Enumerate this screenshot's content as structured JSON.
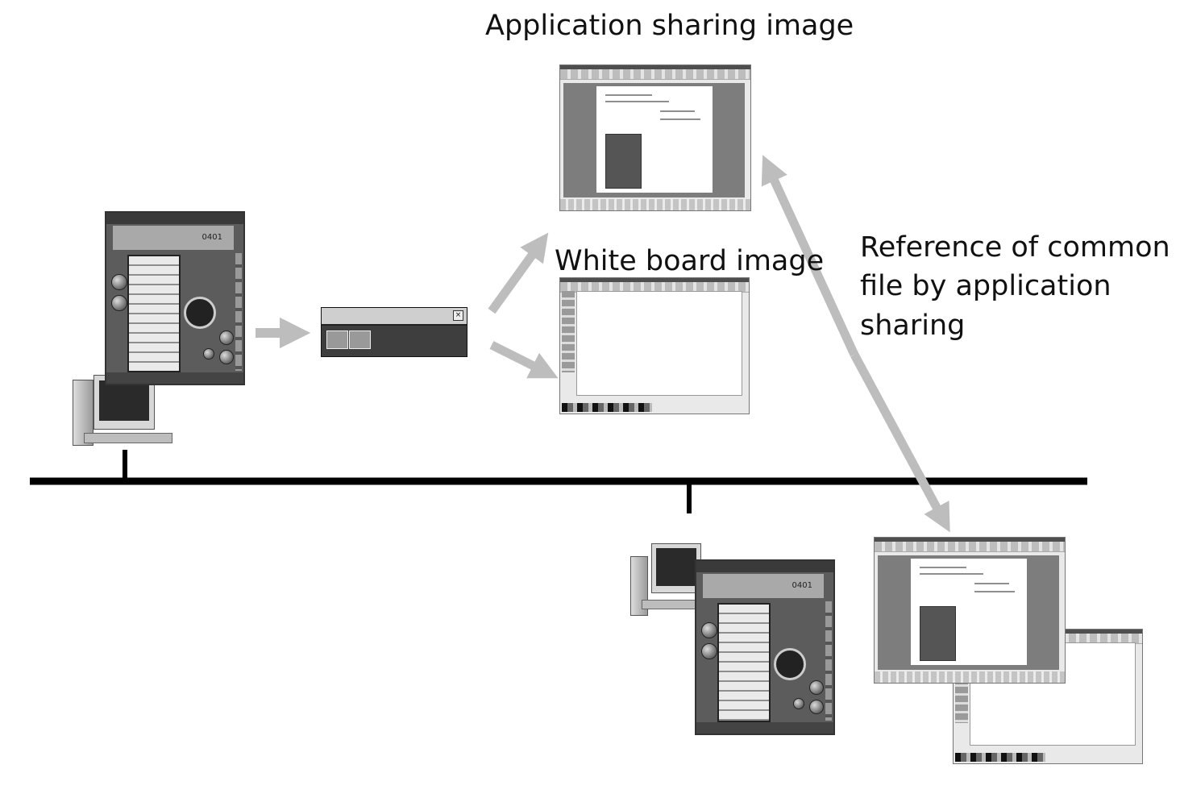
{
  "labels": {
    "application_sharing": "Application sharing image",
    "white_board": "White board image",
    "reference": [
      "Reference of common",
      "file by application",
      "sharing"
    ]
  },
  "phone_display_number": "0401",
  "colors": {
    "arrow": "#bdbdbd",
    "network_line": "#000000",
    "window_dark": "#5c5c5c"
  },
  "icons": [
    "computer-icon",
    "phone-handset-icon",
    "close-icon"
  ]
}
